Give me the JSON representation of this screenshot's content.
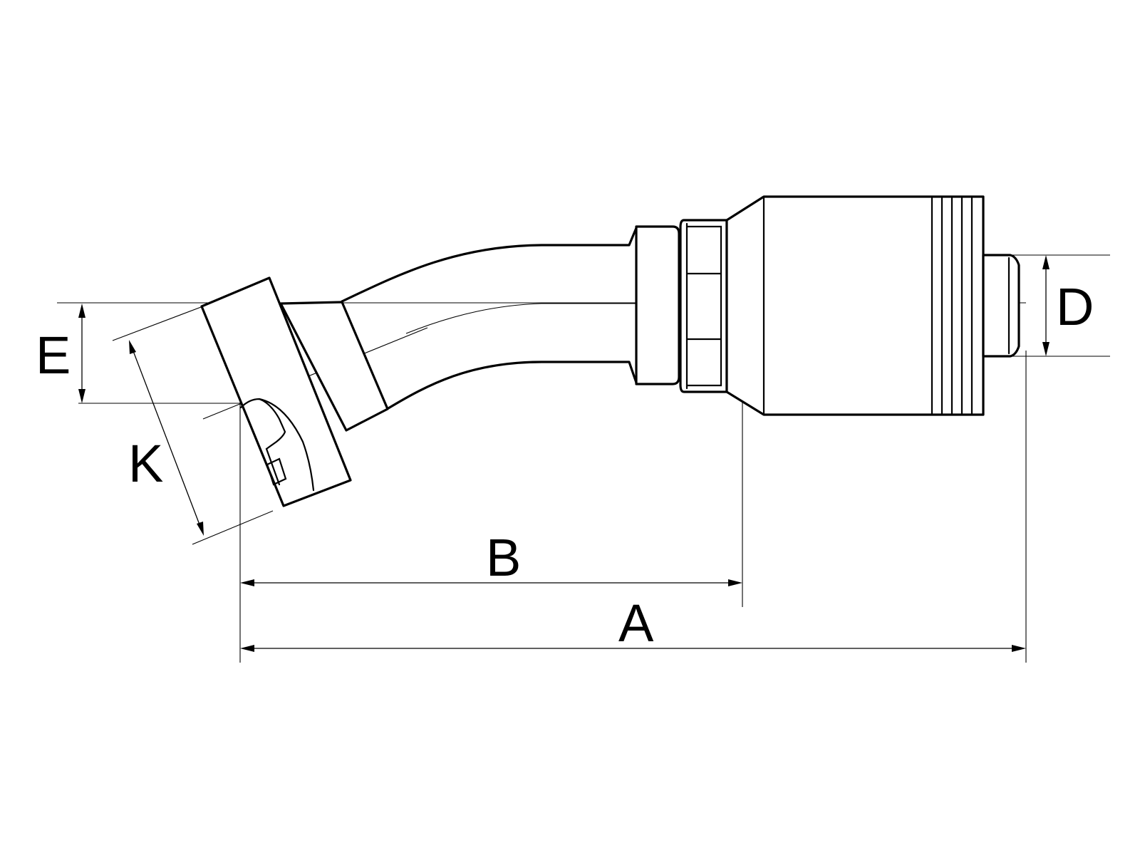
{
  "diagram": {
    "dimension_labels": {
      "a": "A",
      "b": "B",
      "d": "D",
      "e": "E",
      "k": "K"
    }
  }
}
